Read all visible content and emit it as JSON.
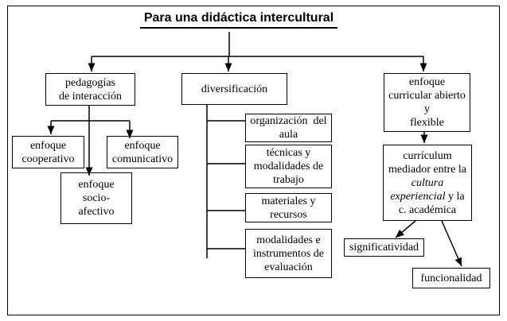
{
  "diagram": {
    "title": "Para una didáctica intercultural",
    "nodes": {
      "pedagogias": {
        "lines": [
          "pedagogías",
          "de interacción"
        ]
      },
      "cooperativo": {
        "lines": [
          "enfoque",
          "cooperativo"
        ]
      },
      "comunicativo": {
        "lines": [
          "enfoque",
          "comunicativo"
        ]
      },
      "socioafectivo": {
        "lines": [
          "enfoque",
          "socio-",
          "afectivo"
        ]
      },
      "diversificacion": {
        "lines": [
          "diversificación"
        ]
      },
      "organizacion": {
        "lines": [
          "organización  del",
          "aula"
        ]
      },
      "tecnicas": {
        "lines": [
          "técnicas y",
          "modalidades de",
          "trabajo"
        ]
      },
      "materiales": {
        "lines": [
          "materiales y",
          "recursos"
        ]
      },
      "modalidades": {
        "lines": [
          "modalidades e",
          "instrumentos de",
          "evaluación"
        ]
      },
      "enfoque_curricular": {
        "lines": [
          "enfoque",
          "curricular abierto",
          "y",
          "flexible"
        ]
      },
      "curriculum": {
        "line1": "currículum",
        "line2": "mediador entre la",
        "line3_italic": "cultura",
        "line4_italic": "experiencial",
        "line4_rest": " y la",
        "line5": "c. académica"
      },
      "significatividad": {
        "lines": [
          "significatividad"
        ]
      },
      "funcionalidad": {
        "lines": [
          "funcionalidad"
        ]
      }
    },
    "colors": {
      "ink": "#000000",
      "paper": "#ffffff"
    }
  }
}
